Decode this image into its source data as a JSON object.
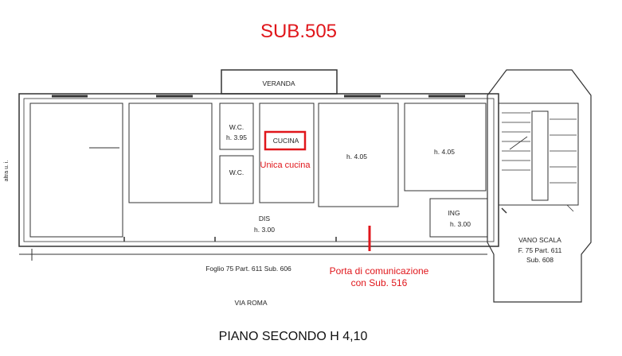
{
  "title": "SUB.505",
  "footer": "PIANO SECONDO H 4,10",
  "rooms": {
    "veranda": "VERANDA",
    "wc_top": "W.C.",
    "wc_top_h": "h. 3.95",
    "wc_bottom": "W.C.",
    "cucina": "CUCINA",
    "room_mid_h": "h. 4.05",
    "room_right_h": "h. 4.05",
    "dis": "DIS",
    "dis_h": "h. 3.00",
    "ing": "ING",
    "ing_h": "h. 3.00",
    "vano_scala": "VANO SCALA",
    "vano_scala_ref": "F. 75 Part. 611",
    "vano_scala_sub": "Sub. 608"
  },
  "annotations": {
    "unica_cucina": "Unica cucina",
    "porta_line1": "Porta di comunicazione",
    "porta_line2": "con Sub. 516"
  },
  "labels": {
    "foglio": "Foglio 75 Part. 611 Sub. 606",
    "via": "VIA ROMA",
    "side": "altra u. i."
  },
  "colors": {
    "accent": "#e0161b",
    "wall": "#333333"
  }
}
